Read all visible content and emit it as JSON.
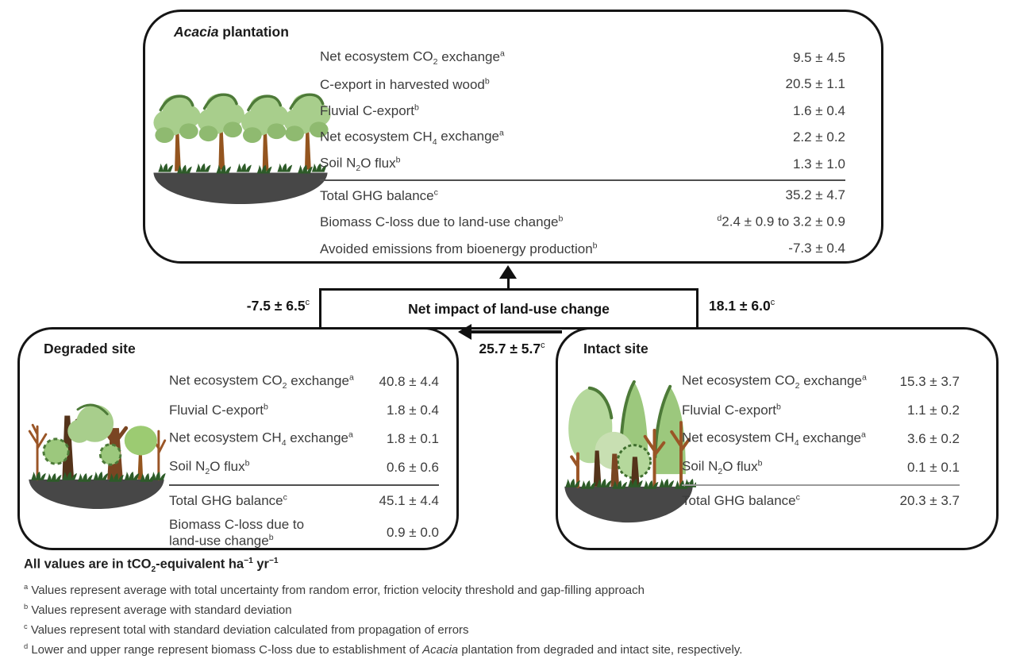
{
  "colors": {
    "border": "#151515",
    "text": "#3c3c3c",
    "canopy_light": "#a8ce8c",
    "canopy_medium": "#9cc87d",
    "canopy_pale": "#c8dfb2",
    "canopy_dark_accent": "#4d7a38",
    "trunk_light": "#9a5526",
    "trunk_mid": "#7a4522",
    "trunk_dark": "#54331a",
    "soil_mound": "#474747",
    "grass": "#2d5b28"
  },
  "icons": {
    "acacia": "plantation-trees-illustration",
    "degraded": "degraded-trees-illustration",
    "intact": "intact-trees-illustration",
    "up_arrow": "up-arrow-icon",
    "left_arrow": "left-arrow-icon"
  },
  "acacia_box": {
    "title_italic": "Acacia",
    "title_rest": " plantation",
    "sep_after": 5,
    "rows": [
      {
        "t1": "Net ecosystem CO",
        "sub": "2",
        "t2": " exchange",
        "sup": "a",
        "value": "9.5 ± 4.5"
      },
      {
        "t1": "C-export in harvested wood",
        "sup": "b",
        "value": "20.5 ± 1.1"
      },
      {
        "t1": "Fluvial C-export",
        "sup": "b",
        "value": "1.6 ± 0.4"
      },
      {
        "t1": "Net ecosystem CH",
        "sub": "4",
        "t2": " exchange",
        "sup": "a",
        "value": "2.2 ± 0.2"
      },
      {
        "t1": "Soil N",
        "sub": "2",
        "t2": "O flux",
        "sup": "b",
        "value": "1.3 ± 1.0"
      },
      {
        "t1": "Total GHG balance",
        "sup": "c",
        "value": "35.2 ± 4.7"
      },
      {
        "t1": "Biomass C-loss due to land-use change",
        "sup": "b",
        "vsup": "d",
        "value": "2.4 ± 0.9 to 3.2 ± 0.9"
      },
      {
        "t1": "Avoided emissions from bioenergy production",
        "sup": "b",
        "value": "-7.3 ± 0.4"
      }
    ]
  },
  "degraded_box": {
    "title": "Degraded site",
    "sep_after": 4,
    "rows": [
      {
        "t1": "Net ecosystem CO",
        "sub": "2",
        "t2": " exchange",
        "sup": "a",
        "value": "40.8 ± 4.4"
      },
      {
        "t1": "Fluvial C-export",
        "sup": "b",
        "value": "1.8 ± 0.4"
      },
      {
        "t1": "Net ecosystem CH",
        "sub": "4",
        "t2": " exchange",
        "sup": "a",
        "value": "1.8 ± 0.1"
      },
      {
        "t1": "Soil N",
        "sub": "2",
        "t2": "O flux",
        "sup": "b",
        "value": "0.6 ± 0.6"
      },
      {
        "t1": "Total GHG balance",
        "sup": "c",
        "value": "45.1 ± 4.4"
      },
      {
        "t1": "Biomass C-loss due to",
        "t2": "land-use change",
        "sup": "b",
        "two_line": true,
        "value": "0.9 ± 0.0"
      }
    ]
  },
  "intact_box": {
    "title": "Intact site",
    "sep_after": 4,
    "rows": [
      {
        "t1": "Net ecosystem CO",
        "sub": "2",
        "t2": " exchange",
        "sup": "a",
        "value": "15.3 ± 3.7"
      },
      {
        "t1": "Fluvial C-export",
        "sup": "b",
        "value": "1.1 ± 0.2"
      },
      {
        "t1": "Net ecosystem CH",
        "sub": "4",
        "t2": " exchange",
        "sup": "a",
        "value": "3.6 ± 0.2"
      },
      {
        "t1": "Soil N",
        "sub": "2",
        "t2": "O flux",
        "sup": "b",
        "value": "0.1 ± 0.1"
      },
      {
        "t1": "Total GHG balance",
        "sup": "c",
        "value": "20.3 ± 3.7"
      }
    ]
  },
  "net_impact": {
    "box_label": "Net impact of land-use change",
    "left": {
      "value": "-7.5 ± 6.5",
      "sup": "c"
    },
    "right": {
      "value": "18.1 ± 6.0",
      "sup": "c"
    },
    "arrow": {
      "value": "25.7 ± 5.7",
      "sup": "c"
    }
  },
  "footnotes": {
    "units": {
      "t1": "All values are in tCO",
      "sub": "2",
      "t2": "-equivalent ha",
      "sup1": "−1",
      "t3": " yr",
      "sup2": "−1"
    },
    "notes": [
      {
        "sup": "a",
        "text": "Values represent average with total uncertainty from random error, friction velocity threshold and gap-filling approach"
      },
      {
        "sup": "b",
        "text": "Values represent average with standard deviation"
      },
      {
        "sup": "c",
        "text": "Values represent total with standard deviation calculated from propagation of errors"
      },
      {
        "sup": "d",
        "t1": "Lower and upper range represent biomass C-loss due to establishment of ",
        "italic": "Acacia",
        "t2": " plantation from degraded and intact site, respectively."
      }
    ]
  }
}
